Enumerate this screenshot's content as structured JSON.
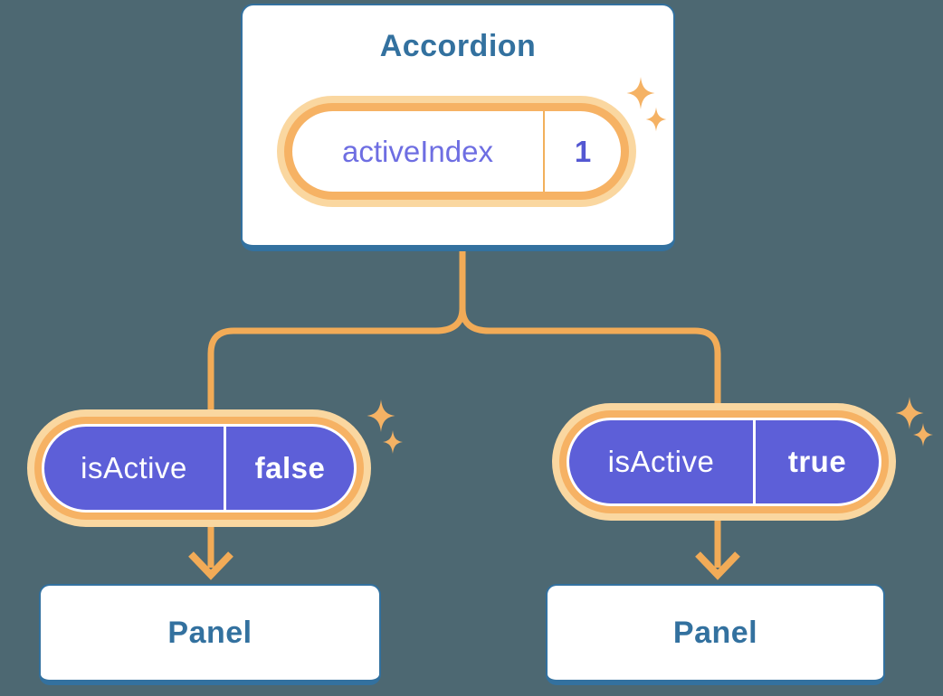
{
  "diagram": {
    "root": {
      "title": "Accordion",
      "prop": {
        "name": "activeIndex",
        "value": "1"
      }
    },
    "children": [
      {
        "prop": {
          "name": "isActive",
          "value": "false"
        },
        "panel": {
          "title": "Panel"
        }
      },
      {
        "prop": {
          "name": "isActive",
          "value": "true"
        },
        "panel": {
          "title": "Panel"
        }
      }
    ],
    "icons": {
      "sparkle": "sparkle-icon"
    },
    "colors": {
      "background": "#4d6872",
      "card_fill": "#ffffff",
      "card_border": "#33719f",
      "card_text": "#33719f",
      "connector": "#f2ab57",
      "pill_ring": "#f6b264",
      "pill_glow": "#fad7a0",
      "pill_divider": "#f2b05b",
      "pill_fill": "#5d5fd8",
      "pill_text": "#ffffff",
      "prop_name_text": "#6e6ee2",
      "prop_value_text": "#5458d2",
      "sparkle": "#f5b264"
    }
  }
}
